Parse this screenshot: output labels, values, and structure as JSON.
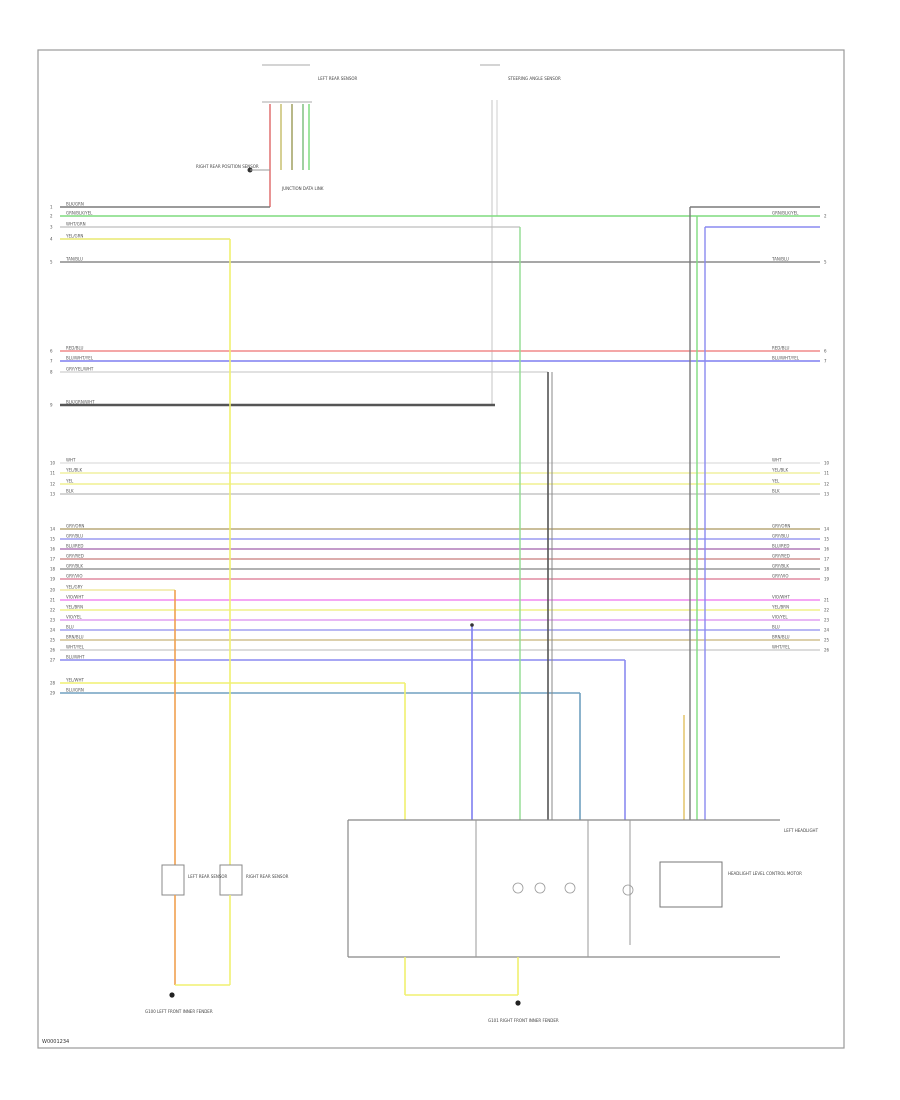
{
  "diagram": {
    "figure_ref": "W0001234",
    "wires_left": [
      {
        "label": "BLK/GRN",
        "pin": "1",
        "color": "#7a7a7a"
      },
      {
        "label": "GRN/BLK/YEL",
        "pin": "2",
        "color": "#7fdc7f"
      },
      {
        "label": "WHT/GRN",
        "pin": "3",
        "color": "#9a9a9a"
      },
      {
        "label": "YEL/GRN",
        "pin": "4",
        "color": "#e8e870"
      },
      {
        "label": "TAN/BLU",
        "pin": "5",
        "color": "#8a8a8a"
      },
      {
        "label": "RED/BLU",
        "pin": "6",
        "color": "#f08a8a"
      },
      {
        "label": "BLU/WHT/YEL",
        "pin": "7",
        "color": "#7f7ff0"
      },
      {
        "label": "GRY/YEL/WHT",
        "pin": "8",
        "color": "#cfcfcf"
      },
      {
        "label": "BLK/GRN/WHT",
        "pin": "9",
        "color": "#555555"
      },
      {
        "label": "WHT",
        "pin": "10",
        "color": "#dddddd"
      },
      {
        "label": "YEL/BLK",
        "pin": "11",
        "color": "#f0f0a0"
      },
      {
        "label": "YEL",
        "pin": "12",
        "color": "#f0f090"
      },
      {
        "label": "BLK",
        "pin": "13",
        "color": "#bbbbbb"
      },
      {
        "label": "GRY/ORN",
        "pin": "14",
        "color": "#b8a878"
      },
      {
        "label": "GRY/BLU",
        "pin": "15",
        "color": "#9a9af0"
      },
      {
        "label": "BLU/RED",
        "pin": "16",
        "color": "#b07ab8"
      },
      {
        "label": "GRY/RED",
        "pin": "17",
        "color": "#d09090"
      },
      {
        "label": "GRY/BLK",
        "pin": "18",
        "color": "#999999"
      },
      {
        "label": "GRY/VIO",
        "pin": "19",
        "color": "#e08aa0"
      },
      {
        "label": "YEL/GRY",
        "pin": "20",
        "color": "#f0e8a0"
      },
      {
        "label": "VIO/WHT",
        "pin": "21",
        "color": "#f08af0"
      },
      {
        "label": "YEL/BRN",
        "pin": "22",
        "color": "#f0f08a"
      },
      {
        "label": "VIO/YEL",
        "pin": "23",
        "color": "#e0a0f0"
      },
      {
        "label": "BLU",
        "pin": "24",
        "color": "#a0a0f0"
      },
      {
        "label": "BRN/BLU",
        "pin": "25",
        "color": "#d0c090"
      },
      {
        "label": "WHT/YEL",
        "pin": "26",
        "color": "#c8c8c8"
      },
      {
        "label": "BLU/WHT",
        "pin": "27",
        "color": "#8a8af0"
      },
      {
        "label": "YEL/WHT",
        "pin": "28",
        "color": "#f0f070"
      },
      {
        "label": "BLU/GRN",
        "pin": "29",
        "color": "#70a0c0"
      }
    ],
    "top_components": {
      "sensor_label": "LEFT REAR SENSOR",
      "connector_label": "RIGHT REAR POSITION SENSOR",
      "junction_label": "JUNCTION DATA LINK",
      "data_label": "STEERING ANGLE SENSOR"
    },
    "bottom_components": {
      "sensor_left": "LEFT REAR SENSOR",
      "sensor_right": "RIGHT REAR SENSOR",
      "ground_left": "G100 LEFT FRONT INNER FENDER",
      "ground_right": "G101 RIGHT FRONT INNER FENDER",
      "module_label": "LEFT HEADLIGHT",
      "module_box_label": "HEADLIGHT LEVEL CONTROL MOTOR"
    }
  }
}
